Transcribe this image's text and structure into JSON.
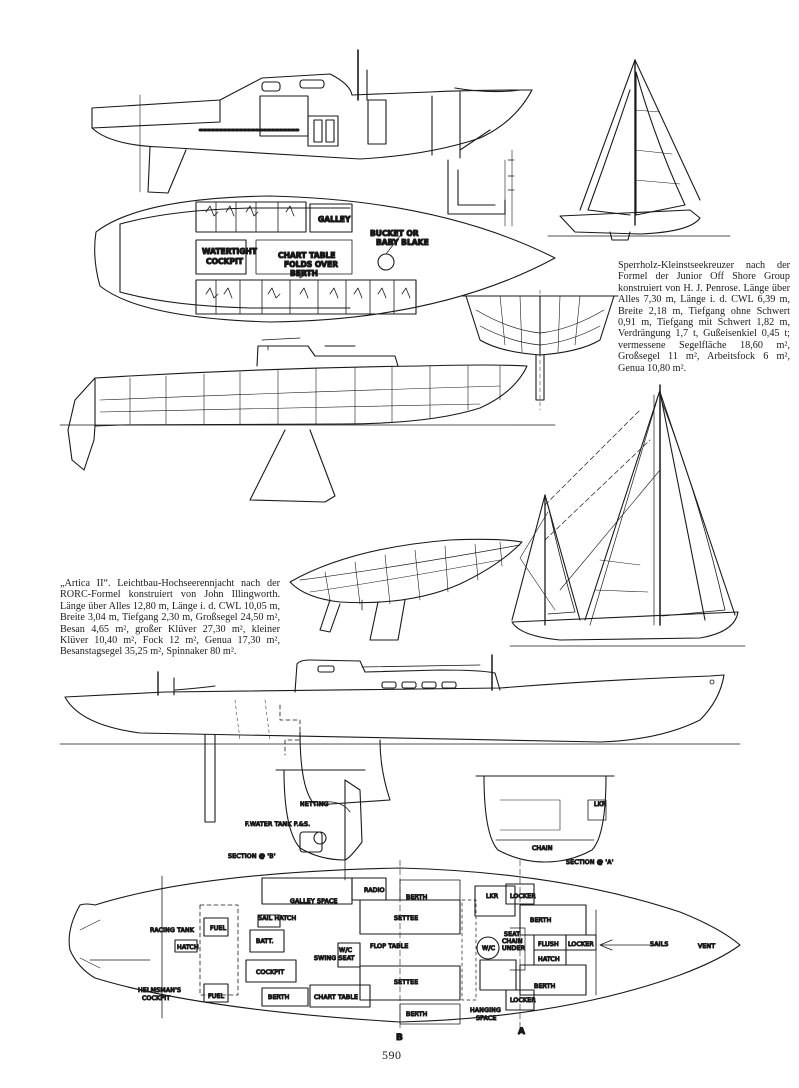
{
  "captions": {
    "top_right": "Sperrholz-Kleinstseekreuzer nach der Formel der Junior Off Shore Group konstruiert von H. J. Penrose. Länge über Alles 7,30 m, Länge i. d. CWL 6,39 m, Breite 2,18 m, Tiefgang ohne Schwert 0,91 m, Tiefgang mit Schwert 1,82 m, Verdrängung 1,7 t, Gußeisenkiel 0,45 t; vermessene Segelfläche 18,60 m², Großsegel 11 m², Arbeitsfock 6 m², Genua 10,80 m².",
    "left": "„Artica II“. Leichtbau-Hochseerennjacht nach der RORC-Formel konstruiert von John Illingworth. Länge über Alles 12,80 m, Länge i. d. CWL 10,05 m, Breite 3,04 m, Tiefgang 2,30 m, Großsegel 24,50 m², Besan 4,65 m², großer Klüver 27,30 m², kleiner Klüver 10,40 m², Fock 12 m², Genua 17,30 m², Besanstagsegel 35,25 m², Spinnaker 80 m²."
  },
  "small_yacht_plan": {
    "galley": "GALLEY",
    "bucket_1": "BUCKET OR",
    "bucket_2": "BABY BLAKE",
    "watertight_1": "WATERTIGHT",
    "watertight_2": "COCKPIT",
    "chart_1": "CHART TABLE",
    "chart_2": "FOLDS OVER",
    "chart_3": "BERTH"
  },
  "sections": {
    "netting": "NETTING",
    "water_tank": "F.WATER TANK P.&S.",
    "section_b": "SECTION @ 'B'",
    "section_a": "SECTION @ 'A'",
    "chain": "CHAIN",
    "lkr": "LKR"
  },
  "plan": {
    "galley_space": "GALLEY SPACE",
    "radio": "RADIO",
    "berth": "BERTH",
    "lkr": "LKR",
    "locker": "LOCKER",
    "sail_hatch": "SAIL HATCH",
    "settee": "SETTEE",
    "racing_tank": "RACING TANK",
    "fuel": "FUEL",
    "batt": "BATT.",
    "hatch": "HATCH",
    "flush": "FLUSH",
    "seat_chain_1": "SEAT",
    "seat_chain_2": "CHAIN",
    "seat_chain_3": "UNDER",
    "wc": "W/C",
    "sails": "SAILS",
    "vent": "VENT",
    "flop_table": "FLOP TABLE",
    "swing_seat": "SWING SEAT",
    "cockpit": "COCKPIT",
    "helmsman_1": "HELMSMAN'S",
    "helmsman_2": "COCKPIT",
    "chart_table": "CHART TABLE",
    "hanging_1": "HANGING",
    "hanging_2": "SPACE",
    "mark_a": "A",
    "mark_b": "B"
  },
  "page_number": "590"
}
